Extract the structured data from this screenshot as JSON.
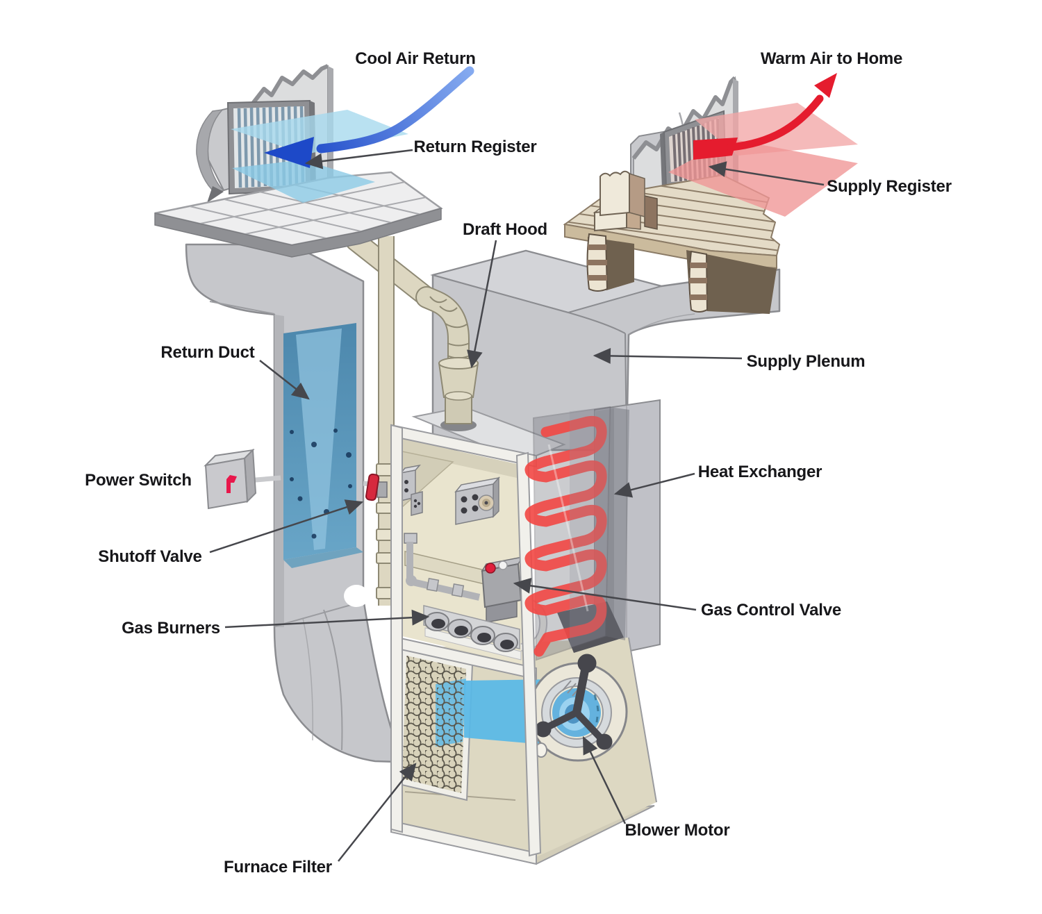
{
  "diagram": {
    "labels": {
      "cool_air_return": "Cool Air Return",
      "return_register": "Return Register",
      "warm_air_to_home": "Warm Air to Home",
      "supply_register": "Supply Register",
      "draft_hood": "Draft Hood",
      "return_duct": "Return Duct",
      "supply_plenum": "Supply Plenum",
      "power_switch": "Power Switch",
      "heat_exchanger": "Heat Exchanger",
      "shutoff_valve": "Shutoff Valve",
      "gas_control_valve": "Gas Control Valve",
      "gas_burners": "Gas Burners",
      "blower_motor": "Blower Motor",
      "furnace_filter": "Furnace Filter"
    },
    "colors": {
      "cool_air_arrow": "#1d49c8",
      "warm_air_arrow": "#e51c2e",
      "annotation_arrow": "#46474c",
      "label_text": "#17171a",
      "heat_exchanger_coil": "#f24744",
      "duct_gray": "#c6c7cb",
      "cabinet_beige": "#e9e4ce"
    }
  }
}
